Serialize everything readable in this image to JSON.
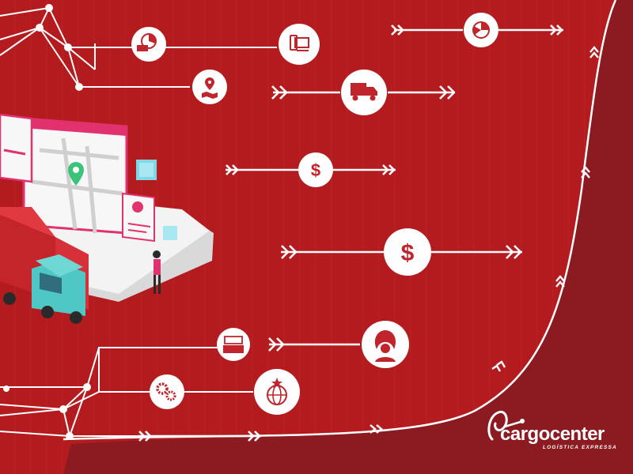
{
  "brand": {
    "name": "cargocenter",
    "tagline": "LOGÍSTICA EXPRESSA"
  },
  "colors": {
    "background": "#b71c1f",
    "dark_panel": "#8a1a20",
    "line": "#ffffff",
    "icon_fill": "#c0252b",
    "truck_cab": "#4fc7c4"
  },
  "icons": [
    "pie-chart-truck-icon",
    "devices-icon",
    "pie-chart-icon",
    "map-pin-icon",
    "delivery-truck-icon",
    "dollar-icon-small",
    "dollar-icon-large",
    "cash-register-icon",
    "support-agent-icon",
    "gears-icon",
    "globe-star-icon"
  ]
}
